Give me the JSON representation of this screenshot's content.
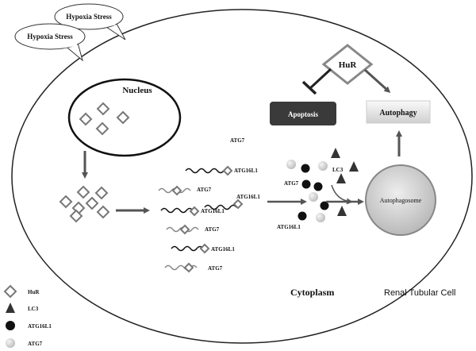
{
  "stress": {
    "bubble_1": "Hypoxia Stress",
    "bubble_2": "Hypoxia Stress"
  },
  "nucleus": {
    "label": "Nucleus"
  },
  "hur": {
    "label": "HuR"
  },
  "apoptosis": {
    "label": "Apoptosis"
  },
  "autophagy": {
    "label": "Autophagy"
  },
  "autophagosome": {
    "label": "Autophagosome"
  },
  "cytoplasm": {
    "label": "Cytoplasm"
  },
  "cell": {
    "label": "Renal Tubular Cell"
  },
  "mrna_labels": [
    "ATG7",
    "ATG16L1",
    "ATG7",
    "ATG16L1",
    "ATG16L1",
    "ATG7",
    "ATG16L1",
    "ATG7"
  ],
  "complex": {
    "atg7": "ATG7",
    "atg16l1": "ATG16L1",
    "lc3": "LC3"
  },
  "legend": [
    {
      "symbol": "diamond",
      "label": "HuR"
    },
    {
      "symbol": "triangle",
      "label": "LC3"
    },
    {
      "symbol": "black-circle",
      "label": "ATG16L1"
    },
    {
      "symbol": "gray-circle",
      "label": "ATG7"
    }
  ],
  "colors": {
    "apoptosis_box": "#3a3a3a",
    "autophagy_box": "#e6e6e6",
    "autophagosome": "#d4d4d4",
    "arrow": "#555555",
    "diamond_fill": "#ffffff",
    "diamond_stroke": "#777777"
  }
}
